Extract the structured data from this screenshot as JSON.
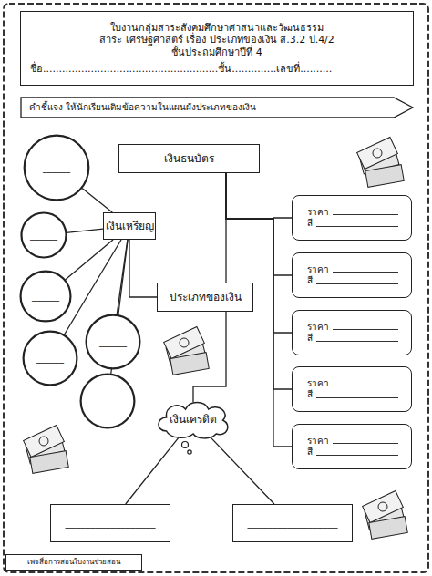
{
  "diagram": {
    "nodes": [
      {
        "text": [
          "ใบงานกลุ่มสาระสังคมศึกษาศาสนาและวัฒนธรรม",
          "สาระ เศรษฐศาสตร์ เรื่อง ประเภทของเงิน ส.3.2 ป.4/2",
          "ชั้นประถมศึกษาปีที่ 4",
          "ชื่อ.......................................................ชั้น..............เลขที่.........."
        ]
      },
      {
        "text": [
          "คำชี้แจง ให้นักเรียนเติมข้อความในแผนผังประเภทของเงิน"
        ]
      },
      {
        "text": [
          "ประเภทของเงิน"
        ]
      },
      {
        "text": [
          "เงินธนบัตร"
        ]
      },
      {
        "text": [
          "ราคา",
          "สี"
        ]
      },
      {
        "text": [
          "ราคา",
          "สี"
        ]
      },
      {
        "text": [
          "ราคา",
          "สี"
        ]
      },
      {
        "text": [
          "ราคา",
          "สี"
        ]
      },
      {
        "text": [
          "ราคา",
          "สี"
        ]
      },
      {
        "text": [
          "เงินเหรียญ"
        ]
      },
      {
        "text": [
          "______"
        ]
      },
      {
        "text": [
          "______"
        ]
      },
      {
        "text": [
          "______"
        ]
      },
      {
        "text": [
          "______"
        ]
      },
      {
        "text": [
          "______"
        ]
      },
      {
        "text": [
          "______"
        ]
      },
      {
        "text": [
          "เงินเครดิต"
        ]
      },
      {
        "text": [
          "__________________"
        ]
      },
      {
        "text": [
          "__________________"
        ]
      },
      {
        "text": [
          "เพจสื่อการสอนใบงานช่วยสอน"
        ]
      }
    ],
    "edges": [
      {
        "from": 2,
        "to": 3,
        "arrow": "none"
      },
      {
        "from": 2,
        "to": 9,
        "arrow": "none"
      },
      {
        "from": 2,
        "to": 16,
        "arrow": "none"
      },
      {
        "from": 3,
        "to": 4,
        "arrow": "none"
      },
      {
        "from": 3,
        "to": 5,
        "arrow": "none"
      },
      {
        "from": 3,
        "to": 6,
        "arrow": "none"
      },
      {
        "from": 3,
        "to": 7,
        "arrow": "none"
      },
      {
        "from": 3,
        "to": 8,
        "arrow": "none"
      },
      {
        "from": 9,
        "to": 10,
        "arrow": "none"
      },
      {
        "from": 9,
        "to": 11,
        "arrow": "none"
      },
      {
        "from": 9,
        "to": 12,
        "arrow": "none"
      },
      {
        "from": 9,
        "to": 13,
        "arrow": "none"
      },
      {
        "from": 9,
        "to": 14,
        "arrow": "none"
      },
      {
        "from": 9,
        "to": 15,
        "arrow": "none"
      },
      {
        "from": 16,
        "to": 17,
        "arrow": "none"
      },
      {
        "from": 16,
        "to": 18,
        "arrow": "none"
      }
    ]
  }
}
